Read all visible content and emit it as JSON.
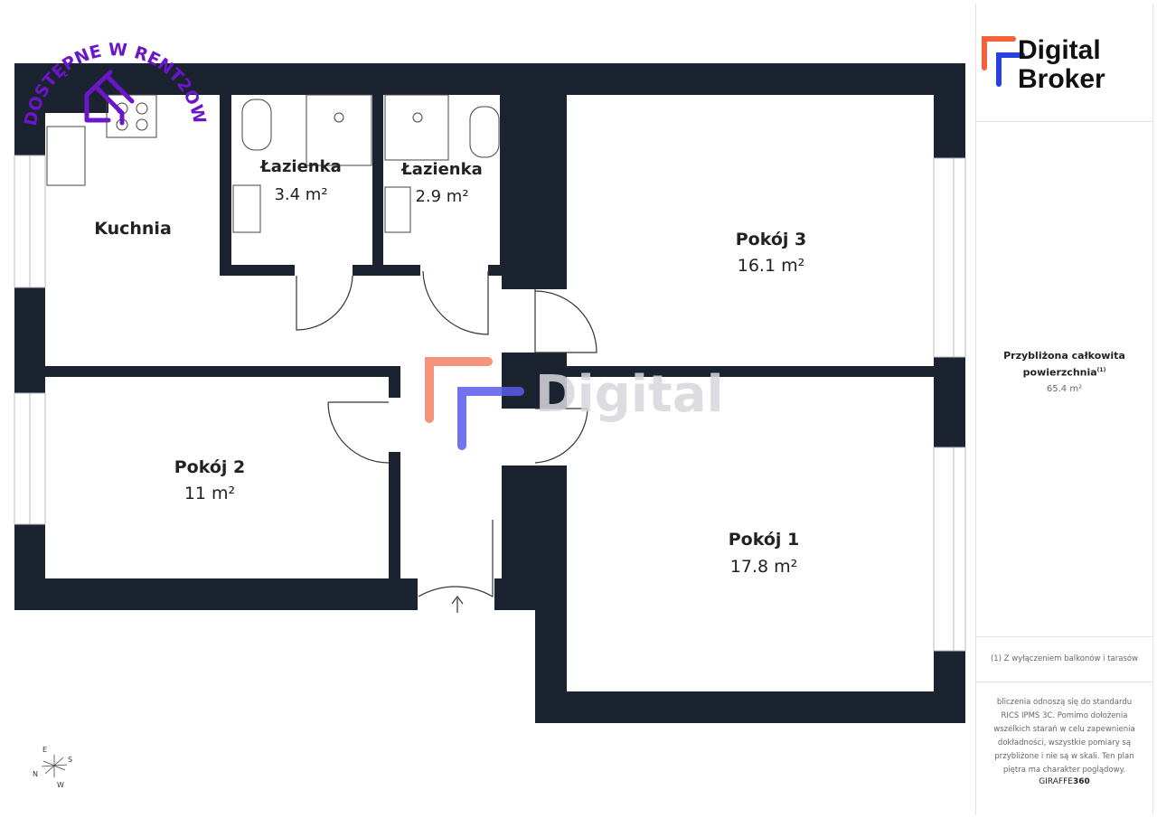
{
  "rooms": [
    {
      "name": "Kuchnia",
      "area": ""
    },
    {
      "name": "Łazienka",
      "area": "3.4 m²"
    },
    {
      "name": "Łazienka",
      "area": "2.9 m²"
    },
    {
      "name": "Pokój 3",
      "area": "16.1 m²"
    },
    {
      "name": "Pokój 2",
      "area": "11 m²"
    },
    {
      "name": "Pokój 1",
      "area": "17.8 m²"
    }
  ],
  "badge": {
    "text": "DOSTĘPNE W RENT2OWN"
  },
  "watermark": {
    "text": "Digital"
  },
  "compass": {
    "e": "E",
    "s": "S",
    "n": "N",
    "w": "W"
  },
  "brand": {
    "line1": "Digital",
    "line2": "Broker",
    "accent1": "#f4613a",
    "accent2": "#2a3fe0"
  },
  "panel": {
    "total_label": "Przybliżona całkowita powierzchnia",
    "total_sup": "(1)",
    "total_value": "65.4 m²",
    "footnote": "(1) Z wyłączeniem balkonów i tarasów",
    "disclaimer": "bliczenia odnoszą się do standardu RICS IPMS 3C. Pomimo dołożenia wszelkich starań w celu zapewnienia dokładności, wszystkie pomiary są przybliżone i nie są w skali. Ten plan piętra ma charakter poglądowy.",
    "credit_a": "GIRAFFE",
    "credit_b": "360"
  }
}
